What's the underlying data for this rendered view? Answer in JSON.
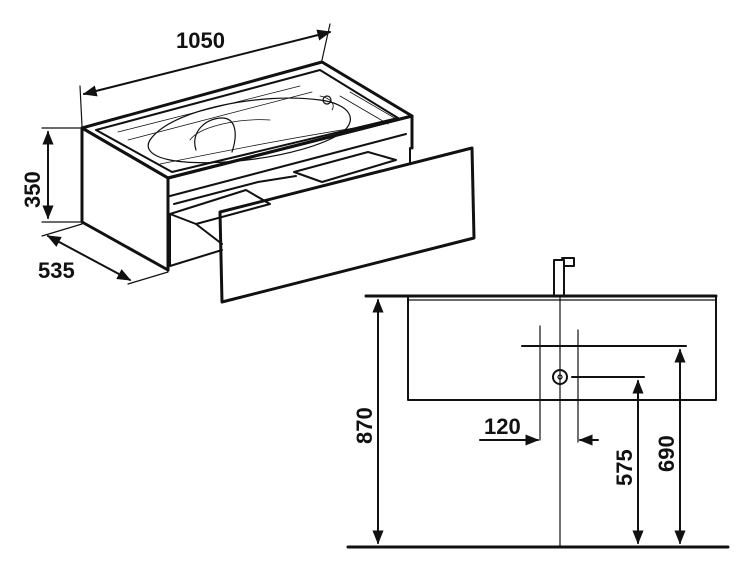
{
  "diagram": {
    "cabinet_3d": {
      "width_label": "1050",
      "height_label": "350",
      "depth_label": "535"
    },
    "side_view": {
      "height_870_label": "870",
      "offset_120_label": "120",
      "height_575_label": "575",
      "height_690_label": "690"
    }
  },
  "colors": {
    "line": "#111111",
    "background": "#ffffff"
  }
}
